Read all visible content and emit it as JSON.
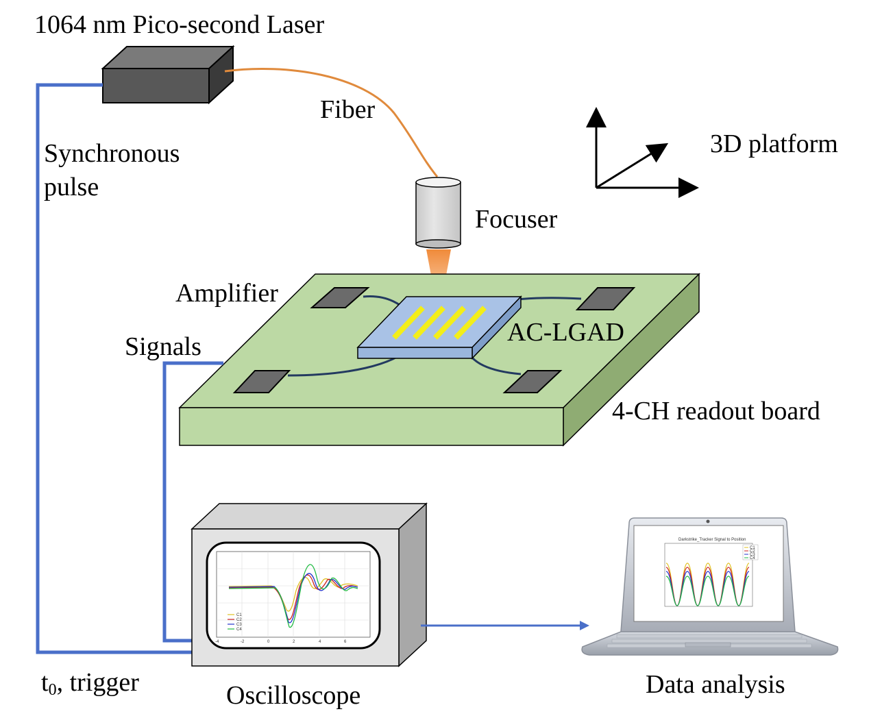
{
  "labels": {
    "laser": "1064 nm Pico-second Laser",
    "fiber": "Fiber",
    "platform": "3D platform",
    "sync_line1": "Synchronous",
    "sync_line2": "pulse",
    "focuser": "Focuser",
    "amplifier": "Amplifier",
    "acl_gad": "AC-LGAD",
    "signals": "Signals",
    "board": "4-CH readout board",
    "trigger_prefix": "t",
    "trigger_sub": "0",
    "trigger_suffix": ", trigger",
    "oscilloscope": "Oscilloscope",
    "data_analysis": "Data analysis"
  },
  "scope_screen": {
    "legend": [
      "C1",
      "C2",
      "C3",
      "C4"
    ],
    "x_ticks": [
      "-4",
      "-2",
      "0",
      "2",
      "4",
      "6"
    ]
  },
  "laptop_screen": {
    "plot_title": "Darkstrike_Tracker Signal to Position",
    "legend": [
      "C1",
      "C2",
      "C3",
      "C4"
    ]
  },
  "colors": {
    "signal_wire": "#4a6fc9",
    "fiber": "#e08a3c",
    "board_top": "#bcd9a4",
    "board_side": "#8fac73",
    "sensor": "#a9c2e6",
    "strip": "#f3ee19",
    "trace_c1": "#e0c020",
    "trace_c2": "#cc2222",
    "trace_c3": "#2233cc",
    "trace_c4": "#22bb44"
  }
}
